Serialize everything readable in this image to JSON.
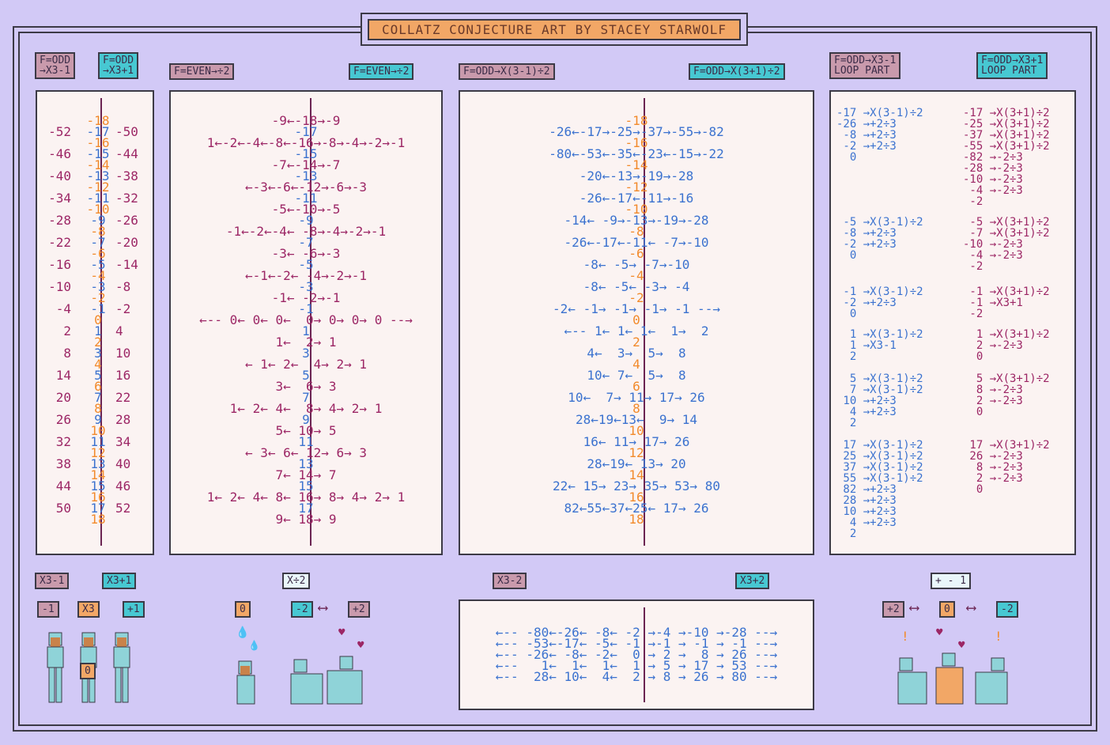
{
  "title": "COLLATZ CONJECTURE ART BY STACEY STARWOLF",
  "top_tags": {
    "odd_minus": "F=ODD\n→X3-1",
    "odd_plus": "F=ODD\n→X3+1",
    "even_left": "F=EVEN→÷2",
    "even_right": "F=EVEN→÷2",
    "oddx_left": "F=ODD→X(3-1)÷2",
    "oddx_right": "F=ODD→X(3+1)÷2",
    "loop_left": "F=ODD→X3-1\nLOOP PART",
    "loop_right": "F=ODD→X3+1\nLOOP PART"
  },
  "panel1": {
    "rows": [
      {
        "l": "",
        "c": "-18",
        "r": ""
      },
      {
        "l": "-52",
        "c": "-17",
        "r": "-50"
      },
      {
        "l": "",
        "c": "-16",
        "r": ""
      },
      {
        "l": "-46",
        "c": "-15",
        "r": "-44"
      },
      {
        "l": "",
        "c": "-14",
        "r": ""
      },
      {
        "l": "-40",
        "c": "-13",
        "r": "-38"
      },
      {
        "l": "",
        "c": "-12",
        "r": ""
      },
      {
        "l": "-34",
        "c": "-11",
        "r": "-32"
      },
      {
        "l": "",
        "c": "-10",
        "r": ""
      },
      {
        "l": "-28",
        "c": "-9",
        "r": "-26"
      },
      {
        "l": "",
        "c": "-8",
        "r": ""
      },
      {
        "l": "-22",
        "c": "-7",
        "r": "-20"
      },
      {
        "l": "",
        "c": "-6",
        "r": ""
      },
      {
        "l": "-16",
        "c": "-5",
        "r": "-14"
      },
      {
        "l": "",
        "c": "-4",
        "r": ""
      },
      {
        "l": "-10",
        "c": "-3",
        "r": "-8"
      },
      {
        "l": "",
        "c": "-2",
        "r": ""
      },
      {
        "l": "-4",
        "c": "-1",
        "r": "-2"
      },
      {
        "l": "",
        "c": "0",
        "r": ""
      },
      {
        "l": "2",
        "c": "1",
        "r": "4"
      },
      {
        "l": "",
        "c": "2",
        "r": ""
      },
      {
        "l": "8",
        "c": "3",
        "r": "10"
      },
      {
        "l": "",
        "c": "4",
        "r": ""
      },
      {
        "l": "14",
        "c": "5",
        "r": "16"
      },
      {
        "l": "",
        "c": "6",
        "r": ""
      },
      {
        "l": "20",
        "c": "7",
        "r": "22"
      },
      {
        "l": "",
        "c": "8",
        "r": ""
      },
      {
        "l": "26",
        "c": "9",
        "r": "28"
      },
      {
        "l": "",
        "c": "10",
        "r": ""
      },
      {
        "l": "32",
        "c": "11",
        "r": "34"
      },
      {
        "l": "",
        "c": "12",
        "r": ""
      },
      {
        "l": "38",
        "c": "13",
        "r": "40"
      },
      {
        "l": "",
        "c": "14",
        "r": ""
      },
      {
        "l": "44",
        "c": "15",
        "r": "46"
      },
      {
        "l": "",
        "c": "16",
        "r": ""
      },
      {
        "l": "50",
        "c": "17",
        "r": "52"
      },
      {
        "l": "",
        "c": "18",
        "r": ""
      }
    ]
  },
  "panel2": {
    "lines": [
      "-9←-18→-9",
      "-17",
      "1←-2←-4←-8←-16→-8→-4→-2→-1",
      "-15",
      "-7←-14→-7",
      "-13",
      "←-3←-6←-12→-6→-3",
      "-11",
      "-5←-10→-5",
      "-9",
      "-1←-2←-4← -8→-4→-2→-1",
      "-7",
      "-3← -6→-3",
      "-5",
      "←-1←-2← -4→-2→-1",
      "-3",
      "-1← -2→-1",
      "-1",
      "←-- 0← 0← 0←  0→ 0→ 0→ 0 --→",
      "1",
      "1←  2→ 1",
      "3",
      "← 1← 2←  4→ 2→ 1",
      "5",
      "3←  6→ 3",
      "7",
      "1← 2← 4←  8→ 4→ 2→ 1",
      "9",
      "5← 10→ 5",
      "11",
      "← 3← 6← 12→ 6→ 3",
      "13",
      "7← 14→ 7",
      "15",
      "1← 2← 4← 8← 16→ 8→ 4→ 2→ 1",
      "17",
      "9← 18→ 9"
    ]
  },
  "panel3": {
    "lines": [
      "-18",
      "-26←-17→-25→-37→-55→-82",
      "-16",
      "-80←-53←-35←-23←-15→-22",
      "-14",
      "-20←-13→-19→-28",
      "-12",
      "-26←-17←-11→-16",
      "-10",
      "-14← -9→-13→-19→-28",
      "-8",
      "-26←-17←-11← -7→-10",
      "-6",
      "-8← -5→ -7→-10",
      "-4",
      "-8← -5← -3→ -4",
      "-2",
      "-2← -1→ -1→ -1→ -1 --→",
      "0",
      "←-- 1← 1← 1←  1→  2",
      "2",
      "4←  3→  5→  8",
      "4",
      "10← 7←  5→  8",
      "6",
      "10←  7→ 11→ 17→ 26",
      "8",
      "28←19←13←  9→ 14",
      "10",
      "16← 11→ 17→ 26",
      "12",
      "28←19← 13→ 20",
      "14",
      "22← 15→ 23→ 35→ 53→ 80",
      "16",
      "82←55←37←25← 17→ 26",
      "18"
    ]
  },
  "loops": {
    "minus": [
      [
        "-17 →X(3-1)÷2",
        "-26 →+2÷3",
        " -8 →+2÷3",
        " -2 →+2÷3",
        "  0"
      ],
      [
        " -5 →X(3-1)÷2",
        " -8 →+2÷3",
        " -2 →+2÷3",
        "  0"
      ],
      [
        " -1 →X(3-1)÷2",
        " -2 →+2÷3",
        "  0"
      ],
      [
        "  1 →X(3-1)÷2",
        "  1 →X3-1",
        "  2"
      ],
      [
        "  5 →X(3-1)÷2",
        "  7 →X(3-1)÷2",
        " 10 →+2÷3",
        "  4 →+2÷3",
        "  2"
      ],
      [
        " 17 →X(3-1)÷2",
        " 25 →X(3-1)÷2",
        " 37 →X(3-1)÷2",
        " 55 →X(3-1)÷2",
        " 82 →+2÷3",
        " 28 →+2÷3",
        " 10 →+2÷3",
        "  4 →+2÷3",
        "  2"
      ]
    ],
    "plus": [
      [
        "-17 →X(3+1)÷2",
        "-25 →X(3+1)÷2",
        "-37 →X(3+1)÷2",
        "-55 →X(3+1)÷2",
        "-82 →-2÷3",
        "-28 →-2÷3",
        "-10 →-2÷3",
        " -4 →-2÷3",
        " -2"
      ],
      [
        " -5 →X(3+1)÷2",
        " -7 →X(3+1)÷2",
        "-10 →-2÷3",
        " -4 →-2÷3",
        " -2"
      ],
      [
        " -1 →X(3+1)÷2",
        " -1 →X3+1",
        " -2"
      ],
      [
        "  1 →X(3+1)÷2",
        "  2 →-2÷3",
        "  0"
      ],
      [
        "  5 →X(3+1)÷2",
        "  8 →-2÷3",
        "  2 →-2÷3",
        "  0"
      ],
      [
        " 17 →X(3+1)÷2",
        " 26 →-2÷3",
        "  8 →-2÷3",
        "  2 →-2÷3",
        "  0"
      ]
    ]
  },
  "bottom_tags": {
    "x3m1": "X3-1",
    "x3p1": "X3+1",
    "m1": "-1",
    "x3": "X3",
    "p1": "+1",
    "xdiv2": "X÷2",
    "zero1": "0",
    "m2": "-2",
    "p2": "+2",
    "x3m2": "X3-2",
    "x3p2": "X3+2",
    "pm1": "+ - 1",
    "p2b": "+2",
    "zero2": "0",
    "m2b": "-2"
  },
  "bottom_panel": {
    "lines": [
      "←-- -80←-26← -8← -2 →-4 →-10 →-28 --→",
      "←-- -53←-17← -5← -1 →-1 → -1 → -1 --→",
      "←-- -26← -8← -2←  0 → 2 →  8 → 26 --→",
      "←--   1←  1←  1←  1 → 5 → 17 → 53 --→",
      "←--  28← 10←  4←  2 → 8 → 26 → 80 --→"
    ]
  },
  "figure_badge": "0",
  "colors": {
    "pink": "#9c2665",
    "blue": "#3b72cf",
    "orange": "#f28a2b",
    "teal": "#47c8d2",
    "bg": "#d2c9f6"
  }
}
